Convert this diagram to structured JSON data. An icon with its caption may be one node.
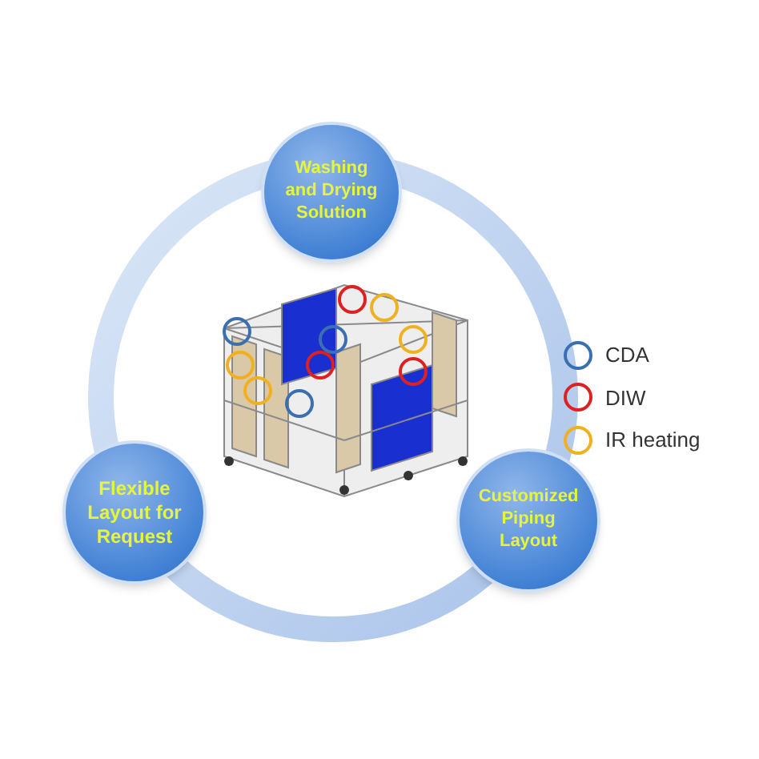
{
  "diagram": {
    "nodes": [
      {
        "text": [
          "Washing and Drying Solution"
        ]
      },
      {
        "text": [
          "Flexible Layout for Request"
        ]
      },
      {
        "text": [
          "Customized Piping Layout"
        ]
      }
    ],
    "legend": [
      {
        "text": "CDA",
        "color": "#3a6fb0"
      },
      {
        "text": "DIW",
        "color": "#e02020"
      },
      {
        "text": "IR heating",
        "color": "#f0b020"
      }
    ]
  }
}
